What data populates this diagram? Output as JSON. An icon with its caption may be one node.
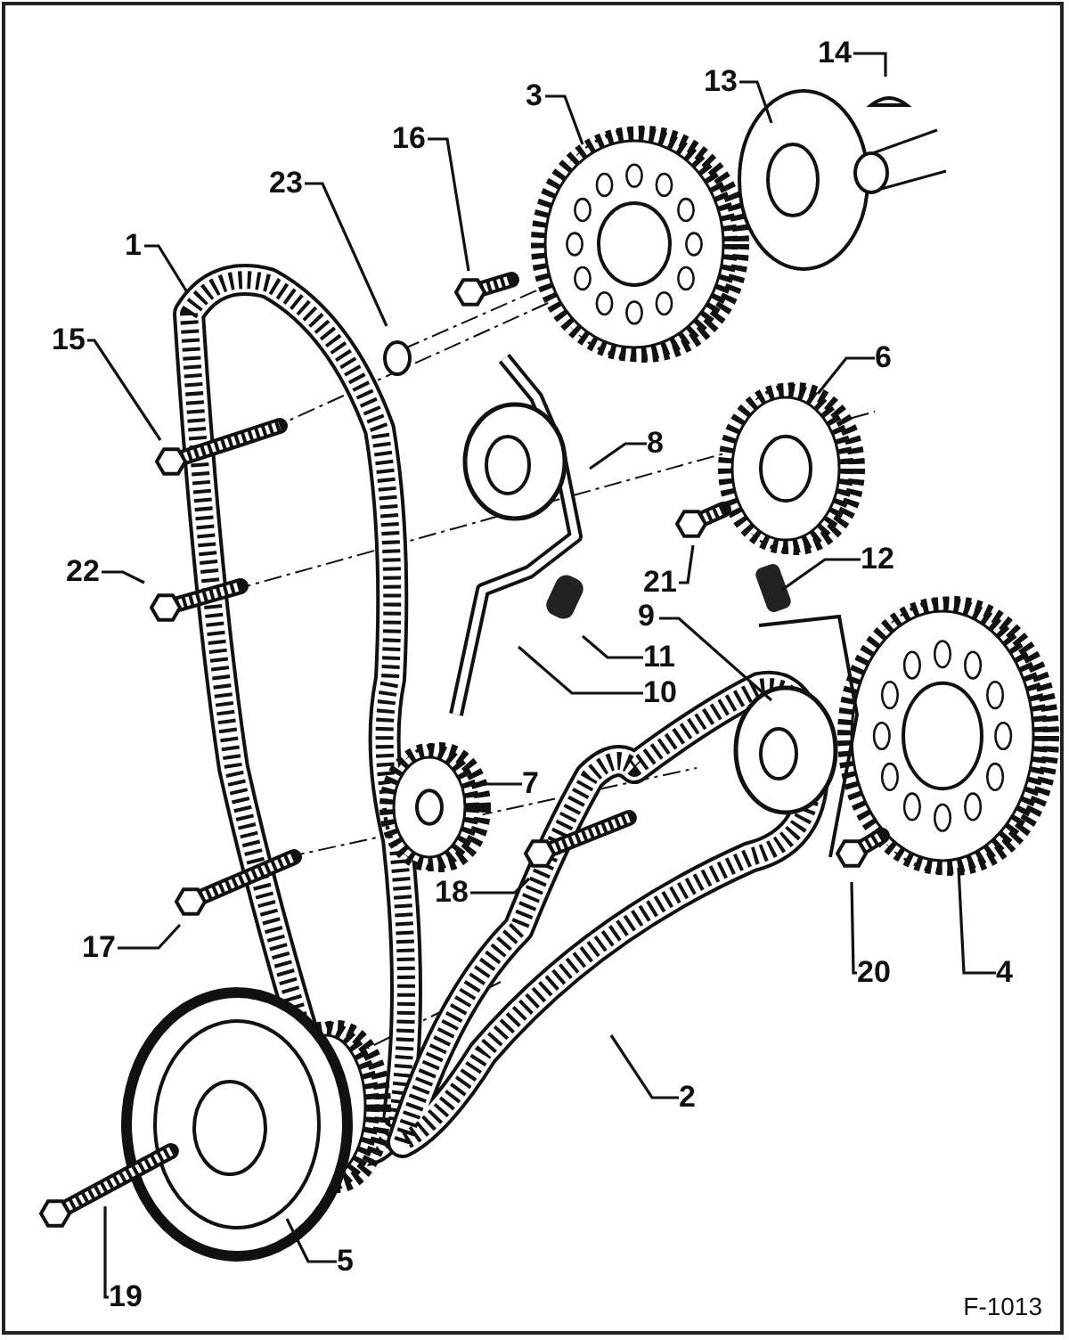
{
  "diagram": {
    "nodes": [
      {
        "text": [
          "14"
        ]
      },
      {
        "text": [
          "13"
        ]
      },
      {
        "text": [
          "3"
        ]
      },
      {
        "text": [
          "16"
        ]
      },
      {
        "text": [
          "23"
        ]
      },
      {
        "text": [
          "1"
        ]
      },
      {
        "text": [
          "15"
        ]
      },
      {
        "text": [
          "6"
        ]
      },
      {
        "text": [
          "8"
        ]
      },
      {
        "text": [
          "22"
        ]
      },
      {
        "text": [
          "21"
        ]
      },
      {
        "text": [
          "12"
        ]
      },
      {
        "text": [
          "9"
        ]
      },
      {
        "text": [
          "11"
        ]
      },
      {
        "text": [
          "10"
        ]
      },
      {
        "text": [
          "7"
        ]
      },
      {
        "text": [
          "18"
        ]
      },
      {
        "text": [
          "17"
        ]
      },
      {
        "text": [
          "20"
        ]
      },
      {
        "text": [
          "4"
        ]
      },
      {
        "text": [
          "2"
        ]
      },
      {
        "text": [
          "5"
        ]
      },
      {
        "text": [
          "19"
        ]
      }
    ],
    "edges": [
      {
        "from": 0,
        "to": null,
        "arrow": "none"
      },
      {
        "from": 1,
        "to": null,
        "arrow": "none"
      },
      {
        "from": 2,
        "to": null,
        "arrow": "none"
      },
      {
        "from": 3,
        "to": null,
        "arrow": "none"
      },
      {
        "from": 4,
        "to": null,
        "arrow": "none"
      },
      {
        "from": 5,
        "to": null,
        "arrow": "none"
      },
      {
        "from": 6,
        "to": null,
        "arrow": "none"
      },
      {
        "from": 7,
        "to": null,
        "arrow": "none"
      },
      {
        "from": 8,
        "to": null,
        "arrow": "none"
      },
      {
        "from": 9,
        "to": null,
        "arrow": "none"
      },
      {
        "from": 10,
        "to": null,
        "arrow": "none"
      },
      {
        "from": 11,
        "to": null,
        "arrow": "none"
      },
      {
        "from": 12,
        "to": null,
        "arrow": "none"
      },
      {
        "from": 13,
        "to": null,
        "arrow": "none"
      },
      {
        "from": 14,
        "to": null,
        "arrow": "none"
      },
      {
        "from": 15,
        "to": null,
        "arrow": "none"
      },
      {
        "from": 16,
        "to": null,
        "arrow": "none"
      },
      {
        "from": 17,
        "to": null,
        "arrow": "none"
      },
      {
        "from": 18,
        "to": null,
        "arrow": "none"
      },
      {
        "from": 19,
        "to": null,
        "arrow": "none"
      },
      {
        "from": 20,
        "to": null,
        "arrow": "none"
      },
      {
        "from": 21,
        "to": null,
        "arrow": "none"
      },
      {
        "from": 22,
        "to": null,
        "arrow": "none"
      }
    ],
    "labels": [
      "F-1013"
    ]
  }
}
